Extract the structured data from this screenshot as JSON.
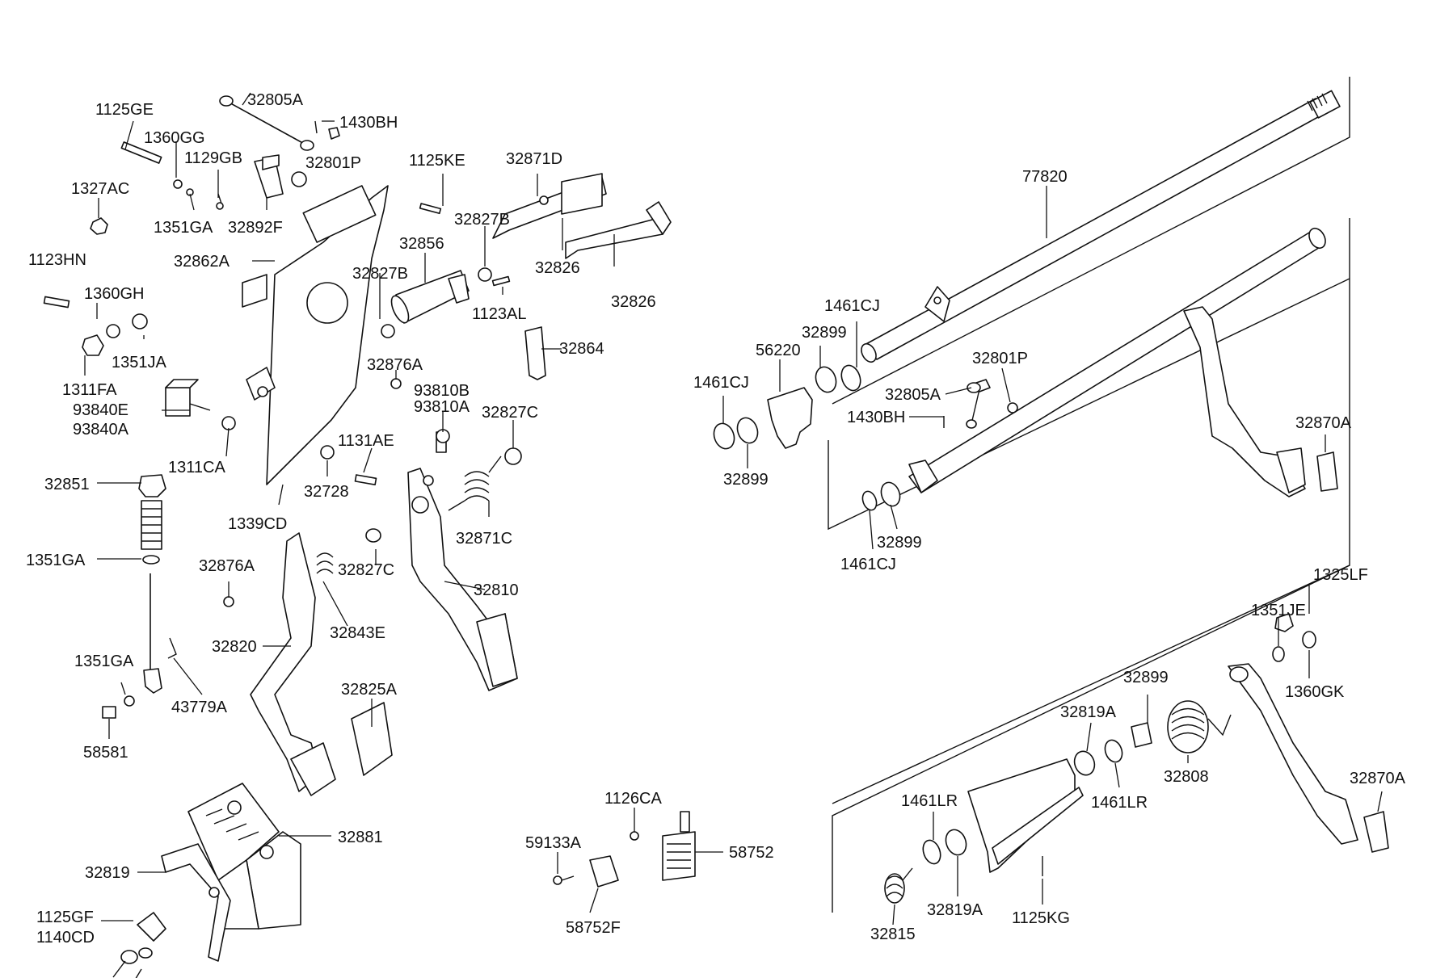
{
  "labels": [
    {
      "text": "1125GE"
    },
    {
      "text": "32805A"
    },
    {
      "text": "1430BH"
    },
    {
      "text": "1360GG"
    },
    {
      "text": "1129GB"
    },
    {
      "text": "32801P"
    },
    {
      "text": "1327AC"
    },
    {
      "text": "1351GA"
    },
    {
      "text": "32892F"
    },
    {
      "text": "1125KE"
    },
    {
      "text": "32871D"
    },
    {
      "text": "32827B"
    },
    {
      "text": "1123HN"
    },
    {
      "text": "32862A"
    },
    {
      "text": "32856"
    },
    {
      "text": "32826"
    },
    {
      "text": "1360GH"
    },
    {
      "text": "32827B"
    },
    {
      "text": "32826"
    },
    {
      "text": "1351JA"
    },
    {
      "text": "1123AL"
    },
    {
      "text": "32864"
    },
    {
      "text": "1311FA"
    },
    {
      "text": "93840E"
    },
    {
      "text": "93840A"
    },
    {
      "text": "32876A"
    },
    {
      "text": "93810B"
    },
    {
      "text": "93810A"
    },
    {
      "text": "32827C"
    },
    {
      "text": "1131AE"
    },
    {
      "text": "1311CA"
    },
    {
      "text": "32851"
    },
    {
      "text": "32728"
    },
    {
      "text": "1339CD"
    },
    {
      "text": "32871C"
    },
    {
      "text": "1351GA"
    },
    {
      "text": "32876A"
    },
    {
      "text": "32827C"
    },
    {
      "text": "32810"
    },
    {
      "text": "32843E"
    },
    {
      "text": "32820"
    },
    {
      "text": "1351GA"
    },
    {
      "text": "43779A"
    },
    {
      "text": "32825A"
    },
    {
      "text": "58581"
    },
    {
      "text": "32881"
    },
    {
      "text": "32819"
    },
    {
      "text": "1125GF"
    },
    {
      "text": "1140CD"
    },
    {
      "text": "1126CA"
    },
    {
      "text": "59133A"
    },
    {
      "text": "58752"
    },
    {
      "text": "58752F"
    },
    {
      "text": "77820"
    },
    {
      "text": "1461CJ"
    },
    {
      "text": "32899"
    },
    {
      "text": "56220"
    },
    {
      "text": "32801P"
    },
    {
      "text": "1461CJ"
    },
    {
      "text": "32805A"
    },
    {
      "text": "1430BH"
    },
    {
      "text": "32899"
    },
    {
      "text": "32870A"
    },
    {
      "text": "32899"
    },
    {
      "text": "1461CJ"
    },
    {
      "text": "1325LF"
    },
    {
      "text": "1351JE"
    },
    {
      "text": "1360GK"
    },
    {
      "text": "32899"
    },
    {
      "text": "32819A"
    },
    {
      "text": "32808"
    },
    {
      "text": "1461LR"
    },
    {
      "text": "1461LR"
    },
    {
      "text": "32870A"
    },
    {
      "text": "32819A"
    },
    {
      "text": "1125KG"
    },
    {
      "text": "32815"
    }
  ]
}
